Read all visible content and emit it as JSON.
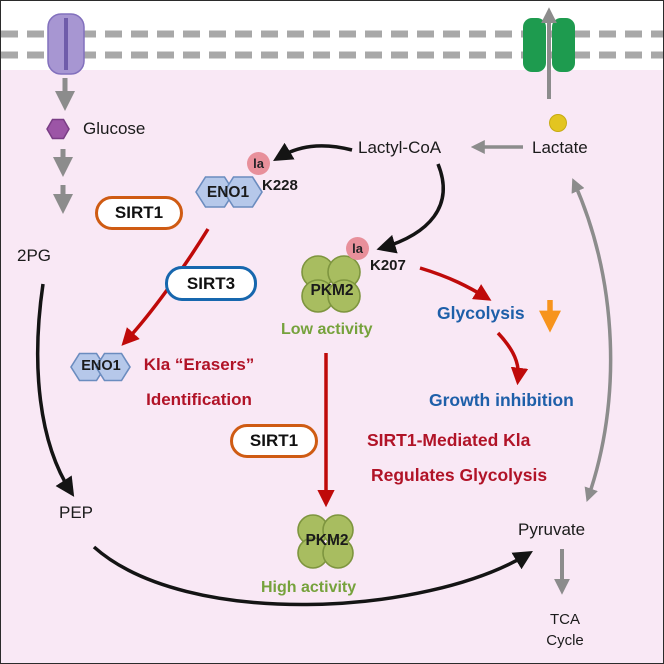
{
  "title": "SIRT1-Mediated Kla Regulates Glycolysis pathway diagram",
  "colors": {
    "background": "#f9e8f5",
    "membrane_dash": "#a8a8a8",
    "glucose_transporter": "#a796d2",
    "lactate_transporter": "#1e9b4f",
    "glucose_hexagon": "#9c55a6",
    "lactate_dot": "#e3c520",
    "eno1_fill": "#b6c8ea",
    "pkm2_fill": "#a8bd60",
    "kla_badge": "#e8909b",
    "sirt1_border": "#cf5b13",
    "sirt3_border": "#1767ae",
    "black_arrow": "#141414",
    "gray_arrow": "#8c8c8c",
    "red_arrow": "#bf0a0a",
    "orange_arrow": "#f7941d",
    "blue_text": "#1e5fa9",
    "red_text": "#b11327",
    "green_text": "#76a23c"
  },
  "metabolites": {
    "glucose": "Glucose",
    "two_pg": "2PG",
    "pep": "PEP",
    "lactyl_coa": "Lactyl-CoA",
    "lactate": "Lactate",
    "pyruvate": "Pyruvate",
    "tca_line1": "TCA",
    "tca_line2": "Cycle"
  },
  "complexes": {
    "eno1_top": {
      "name": "ENO1",
      "site": "K228",
      "mod": "la"
    },
    "eno1_erased": {
      "name": "ENO1"
    },
    "pkm2_low": {
      "name": "PKM2",
      "site": "K207",
      "mod": "la",
      "activity": "Low activity"
    },
    "pkm2_high": {
      "name": "PKM2",
      "activity": "High activity"
    }
  },
  "enzyme_boxes": {
    "sirt1_top": "SIRT1",
    "sirt3": "SIRT3",
    "sirt1_bottom": "SIRT1"
  },
  "annotations": {
    "erasers_line1": "Kla “Erasers”",
    "erasers_line2": "Identification",
    "glycolysis": "Glycolysis",
    "growth_inhibition": "Growth inhibition",
    "summary_line1": "SIRT1-Mediated Kla",
    "summary_line2": "Regulates Glycolysis"
  }
}
